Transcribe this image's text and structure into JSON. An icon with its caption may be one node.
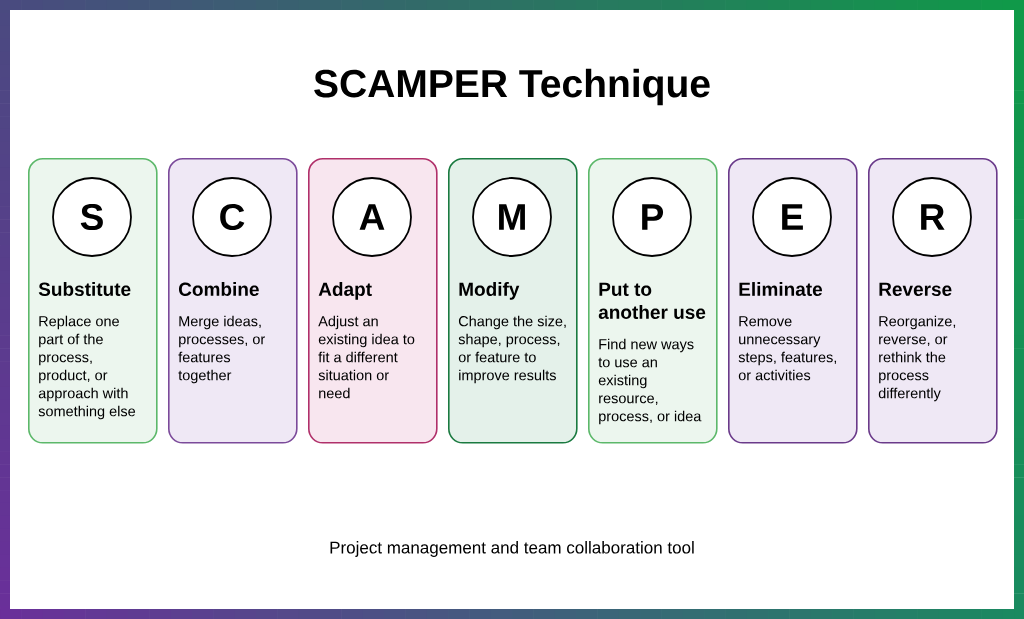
{
  "diagram": {
    "title": "SCAMPER Technique",
    "nodes": [
      {
        "text": [
          "Substitute",
          "Replace one part of the process, product, or approach with something else"
        ]
      },
      {
        "text": [
          "S"
        ],
        "in": 0
      },
      {
        "text": [
          "Combine",
          "Merge ideas, processes, or features together"
        ]
      },
      {
        "text": [
          "C"
        ],
        "in": 2
      },
      {
        "text": [
          "Adapt",
          "Adjust an existing idea to fit a different situation or need"
        ]
      },
      {
        "text": [
          "A"
        ],
        "in": 4
      },
      {
        "text": [
          "Modify",
          "Change the size, shape, process, or feature to improve results"
        ]
      },
      {
        "text": [
          "M"
        ],
        "in": 6
      },
      {
        "text": [
          "Put to another use",
          "Find new ways to use an existing resource, process, or idea"
        ]
      },
      {
        "text": [
          "P"
        ],
        "in": 8
      },
      {
        "text": [
          "Eliminate",
          "Remove unnecessary steps, features, or activities"
        ]
      },
      {
        "text": [
          "E"
        ],
        "in": 10
      },
      {
        "text": [
          "Reverse",
          "Reorganize, reverse, or rethink the process differently"
        ]
      },
      {
        "text": [
          "R"
        ],
        "in": 12
      }
    ],
    "labels": [
      "Project management and team collaboration tool"
    ]
  }
}
